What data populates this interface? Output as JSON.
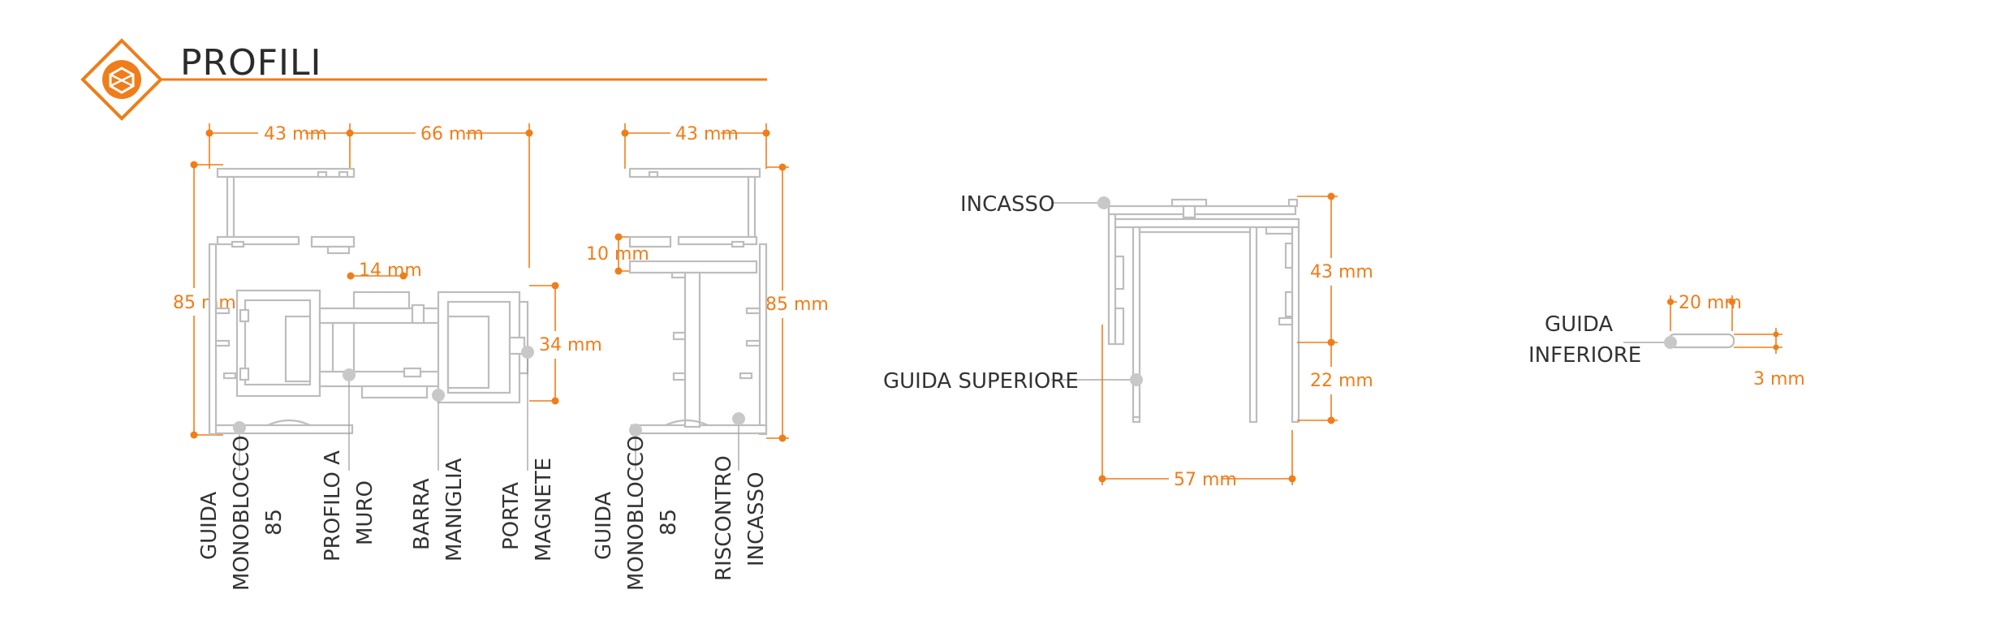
{
  "header": {
    "title": "PROFILI",
    "logo_icon": "cube-icon",
    "accent_color": "#f07d19"
  },
  "group1": {
    "dims": {
      "top_left": "43 mm",
      "top_right": "66 mm",
      "height_left": "85 mm",
      "inner_width": "14 mm",
      "inner_height": "34 mm"
    },
    "labels": {
      "guida_monoblocco_85": [
        "GUIDA",
        "MONOBLOCCO",
        "85"
      ],
      "profilo_a_muro": [
        "PROFILO A",
        "MURO"
      ],
      "barra_maniglia": [
        "BARRA",
        "MANIGLIA"
      ],
      "porta_magnete": [
        "PORTA",
        "MAGNETE"
      ]
    }
  },
  "group2": {
    "dims": {
      "top": "43 mm",
      "step": "10 mm",
      "height": "85 mm"
    },
    "labels": {
      "guida_monoblocco_85": [
        "GUIDA",
        "MONOBLOCCO",
        "85"
      ],
      "riscontro_incasso": [
        "RISCONTRO",
        "INCASSO"
      ]
    }
  },
  "group3": {
    "labels": {
      "incasso": "INCASSO",
      "guida_superiore": "GUIDA SUPERIORE"
    },
    "dims": {
      "upper": "43 mm",
      "lower": "22 mm",
      "width": "57 mm"
    }
  },
  "group4": {
    "labels": {
      "guida_inferiore": [
        "GUIDA",
        "INFERIORE"
      ]
    },
    "dims": {
      "width": "20 mm",
      "thickness": "3 mm"
    }
  },
  "colors": {
    "accent": "#f07d19",
    "profile_stroke": "#bdbdbd",
    "text": "#333333"
  }
}
